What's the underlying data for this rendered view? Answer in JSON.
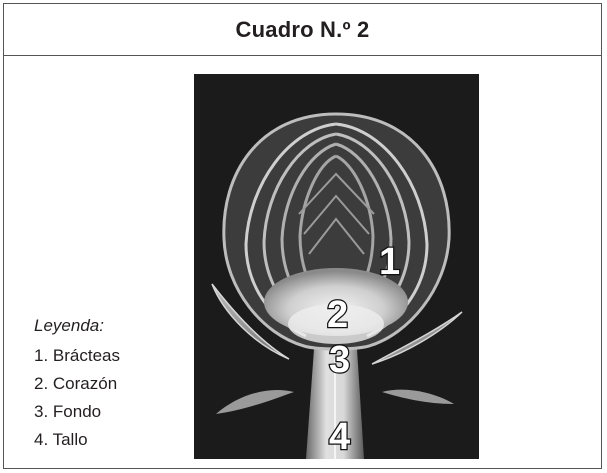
{
  "title": "Cuadro N.º 2",
  "legend": {
    "heading": "Leyenda:",
    "items": [
      "1. Brácteas",
      "2. Corazón",
      "3. Fondo",
      "4. Tallo"
    ]
  },
  "photo": {
    "subject": "artichoke-cross-section",
    "markers": [
      "1",
      "2",
      "3",
      "4"
    ]
  },
  "colors": {
    "border": "#555555",
    "text": "#231f20",
    "photo_background": "#1a1a1a"
  }
}
